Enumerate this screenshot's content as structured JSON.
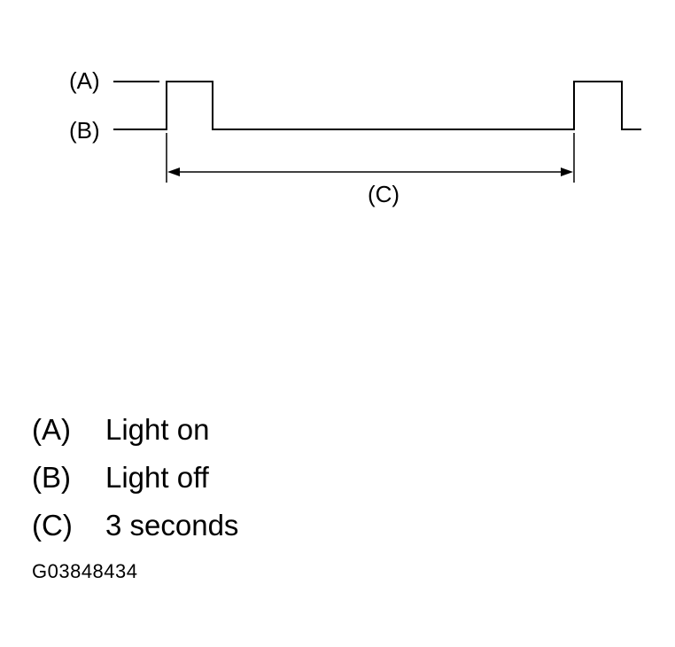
{
  "diagram": {
    "label_a": "(A)",
    "label_b": "(B)",
    "label_c": "(C)"
  },
  "legend": [
    {
      "key": "(A)",
      "text": "Light on"
    },
    {
      "key": "(B)",
      "text": "Light off"
    },
    {
      "key": "(C)",
      "text": "3 seconds"
    }
  ],
  "figure_id": "G03848434",
  "colors": {
    "line": "#000000",
    "background": "#ffffff"
  }
}
